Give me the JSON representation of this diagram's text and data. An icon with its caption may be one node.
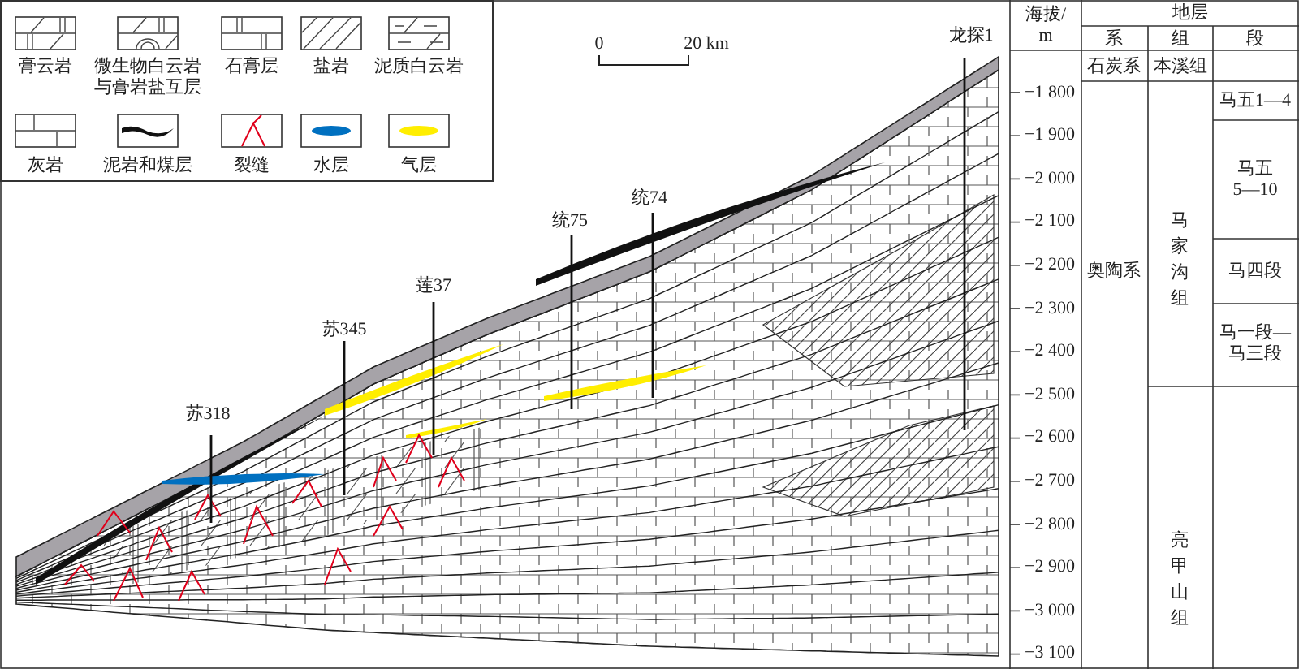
{
  "diagram": {
    "labels": [
      "龙探1",
      "0",
      "20 km",
      "统74",
      "统75",
      "莲37",
      "苏345",
      "苏318",
      "海拔/ m",
      "地层",
      "系",
      "组",
      "段",
      "石炭系",
      "本溪组",
      "−1 800",
      "−1 900",
      "−2 000",
      "−2 100",
      "−2 200",
      "−2 300",
      "−2 400",
      "−2 500",
      "−2 600",
      "−2 700",
      "−2 800",
      "−2 900",
      "−3 000",
      "−3 100",
      "马五1—4",
      "马五 5—10",
      "奥陶系",
      "马家沟组",
      "马四段",
      "马一段—马三段",
      "亮甲山组"
    ],
    "legend": [
      {
        "text": "膏云岩"
      },
      {
        "text": "微生物白云岩与膏岩盐互层"
      },
      {
        "text": "石膏层"
      },
      {
        "text": "盐岩"
      },
      {
        "text": "泥质白云岩"
      },
      {
        "text": "灰岩"
      },
      {
        "text": "泥岩和煤层"
      },
      {
        "text": "裂缝"
      },
      {
        "text": "水层",
        "color": "#0070c0"
      },
      {
        "text": "气层",
        "color": "#ffee00"
      }
    ]
  }
}
